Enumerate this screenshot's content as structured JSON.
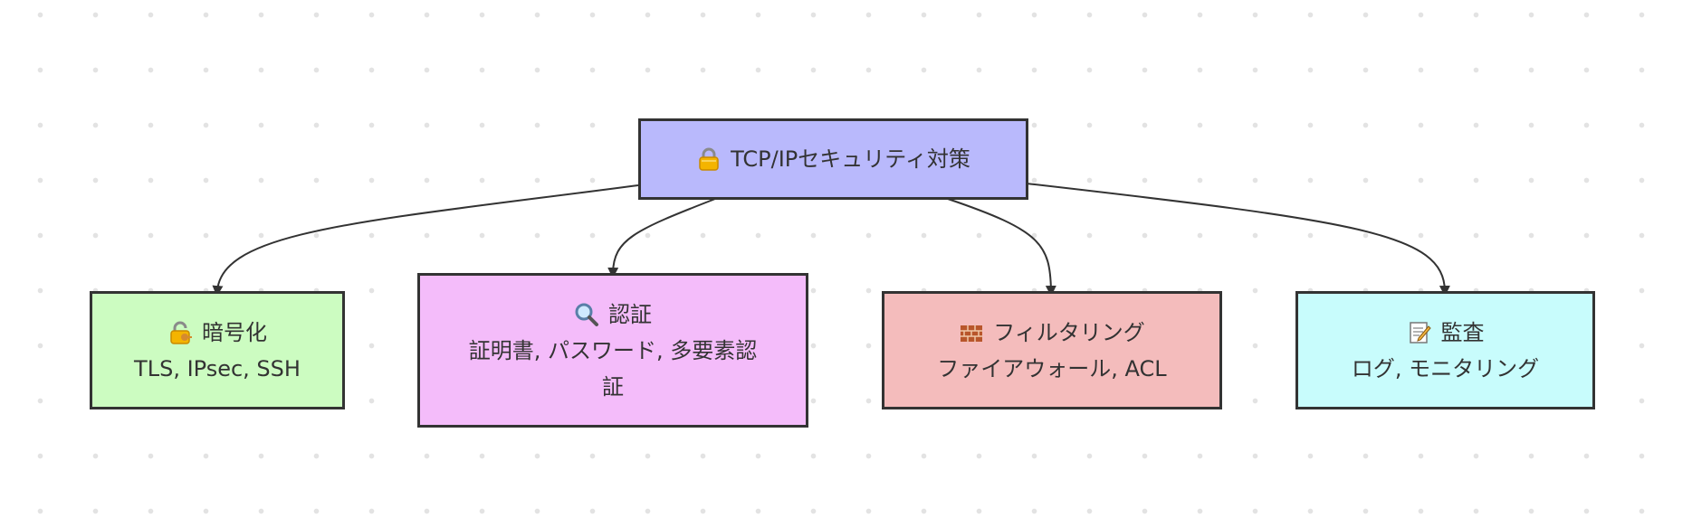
{
  "diagram": {
    "root": {
      "title": "TCP/IPセキュリティ対策",
      "icon": "lock-icon",
      "color": "#b9b9fc"
    },
    "children": [
      {
        "id": "encryption",
        "title": "暗号化",
        "description": "TLS, IPsec, SSH",
        "icon": "unlocked-padlock-icon",
        "color": "#ccfcc1"
      },
      {
        "id": "authentication",
        "title": "認証",
        "description": "証明書, パスワード, 多要素認証",
        "icon": "magnifying-glass-icon",
        "color": "#f4bcfa"
      },
      {
        "id": "filtering",
        "title": "フィルタリング",
        "description": "ファイアウォール, ACL",
        "icon": "brick-wall-icon",
        "color": "#f4bcbc"
      },
      {
        "id": "audit",
        "title": "監査",
        "description": "ログ, モニタリング",
        "icon": "memo-icon",
        "color": "#c8fcfc"
      }
    ],
    "edge_color": "#333333"
  }
}
